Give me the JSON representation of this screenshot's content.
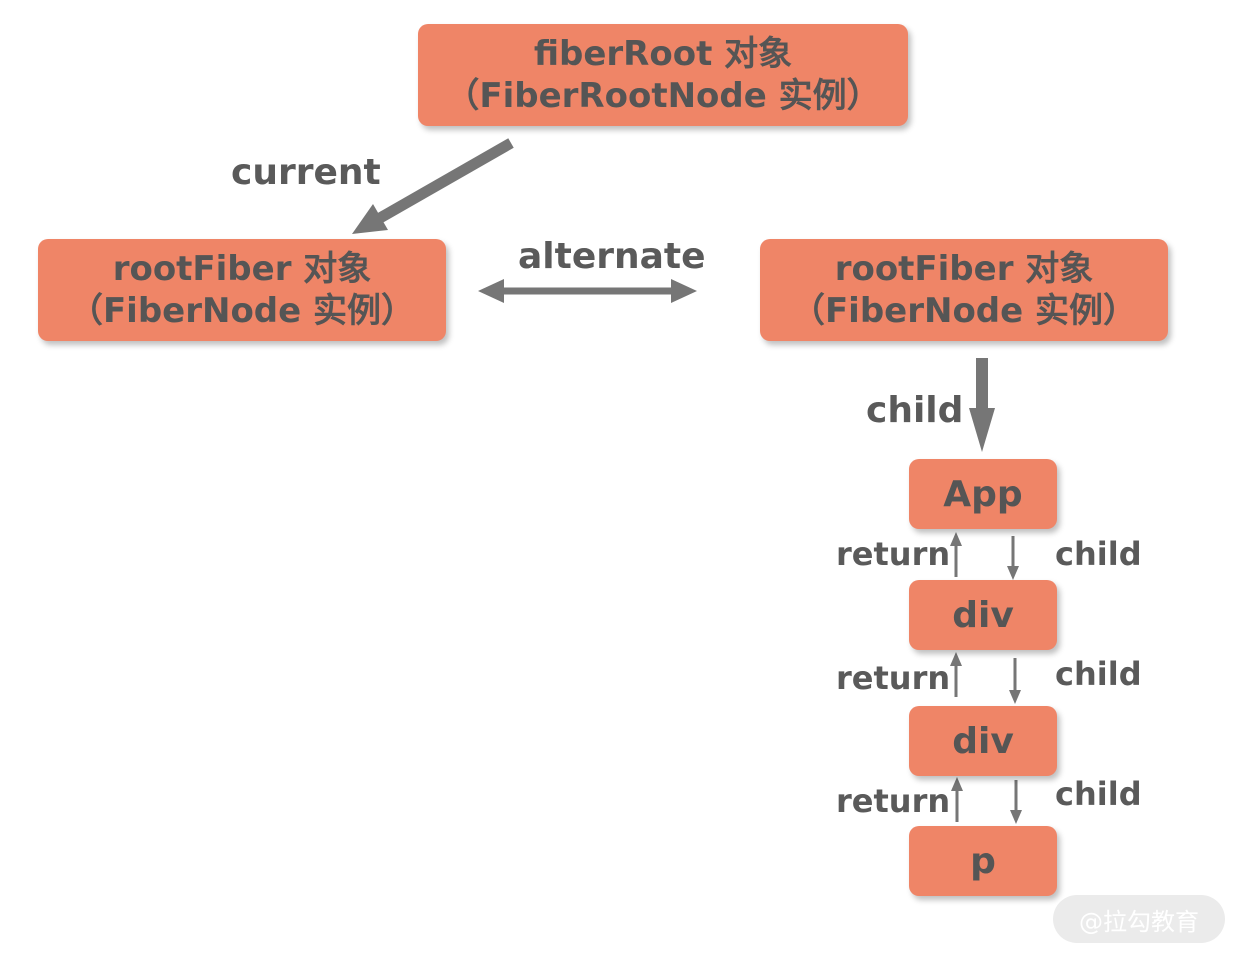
{
  "fiber_root": {
    "line1": "fiberRoot 对象",
    "line2": "（FiberRootNode 实例）"
  },
  "current_root": {
    "line1": "rootFiber 对象",
    "line2": "（FiberNode 实例）"
  },
  "wip_root": {
    "line1": "rootFiber 对象",
    "line2": "（FiberNode 实例）"
  },
  "edges": {
    "current": "current",
    "alternate": "alternate",
    "child_main": "child",
    "return": "return",
    "child": "child"
  },
  "tree_nodes": {
    "app": "App",
    "div1": "div",
    "div2": "div",
    "p": "p"
  },
  "watermark": "@拉勾教育",
  "colors": {
    "box_fill": "#ef8567",
    "arrow": "#767676",
    "text": "#555555"
  }
}
